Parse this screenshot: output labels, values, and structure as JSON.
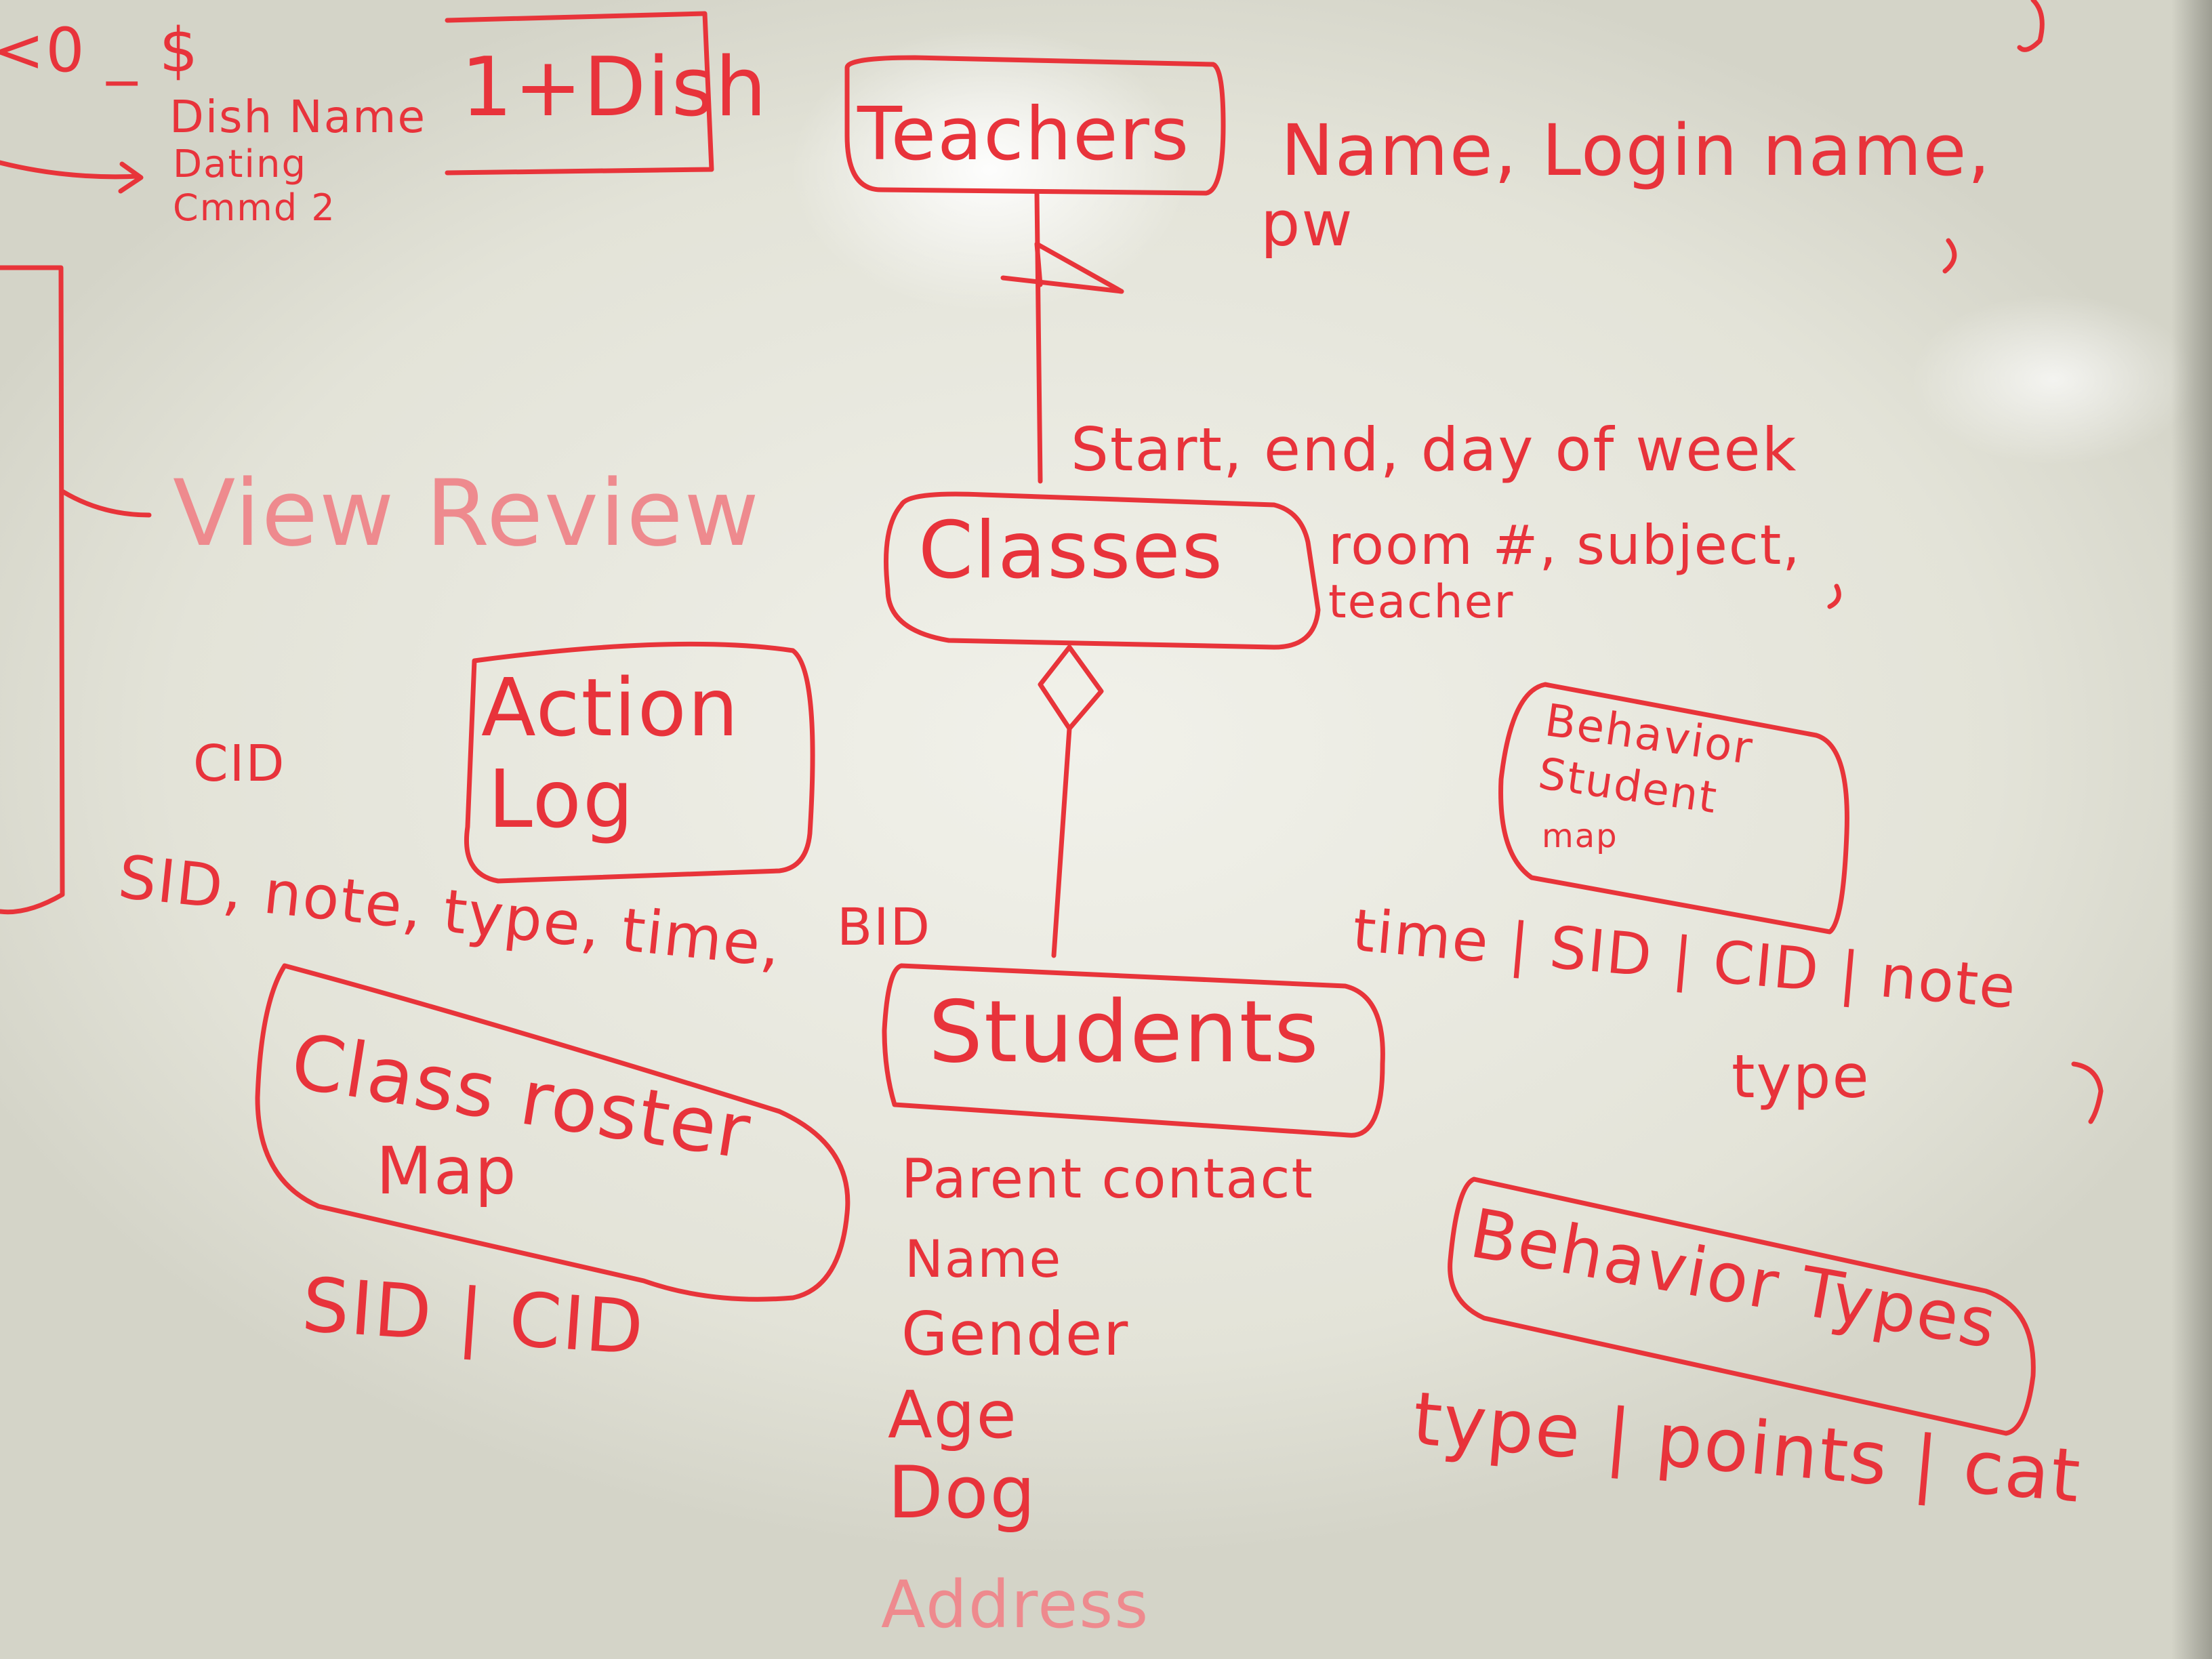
{
  "whiteboard": {
    "top_left": {
      "dish_box": "1+Dish",
      "dish_name": "Dish Name",
      "dish_line2": "Dating",
      "dish_line3": "Cmmd 2",
      "cut_left": "<0 _ $"
    },
    "view_review": "View Review",
    "teachers": {
      "box": "Teachers",
      "fields_line1": "Name, Login name,",
      "fields_line2": "pw"
    },
    "classes": {
      "box": "Classes",
      "fields_line1": "Start, end, day of week",
      "fields_line2": "room #, subject,",
      "fields_line3": "teacher"
    },
    "action_log": {
      "box_line1": "Action",
      "box_line2": "Log",
      "cid": "CID",
      "fields": "SID, note, type, time,",
      "bid": "BID"
    },
    "students": {
      "box": "Students",
      "fields": [
        "Parent contact",
        "Name",
        "Gender",
        "Age",
        "Dog",
        "Address"
      ]
    },
    "behavior_student_map": {
      "box_line1": "Behavior",
      "box_line2": "Student",
      "box_line3": "map",
      "fields_line1": "time | SID | CID | note",
      "fields_line2": "type"
    },
    "class_roster_map": {
      "box_line1": "Class roster",
      "box_line2": "Map",
      "fields": "SID | CID"
    },
    "behavior_types": {
      "box": "Behavior Types",
      "fields": "type | points | cat"
    }
  },
  "colors": {
    "ink": "#e8343a",
    "board": "#ececE4"
  }
}
